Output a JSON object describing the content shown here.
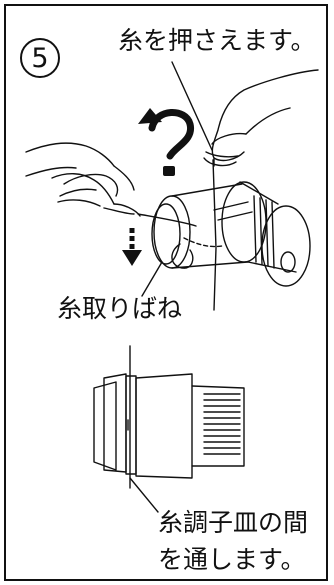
{
  "page": {
    "step_number": "5",
    "caption_top": "糸を押さえます。",
    "caption_spring": "糸取りばね",
    "caption_bottom_line1": "糸調子皿の間",
    "caption_bottom_line2": "を通します。"
  },
  "icons": [
    "hand-right-icon",
    "hand-left-icon",
    "curved-arrow-up-icon",
    "arrow-down-icon",
    "tension-dial-illustration",
    "tension-dial-side-illustration"
  ]
}
